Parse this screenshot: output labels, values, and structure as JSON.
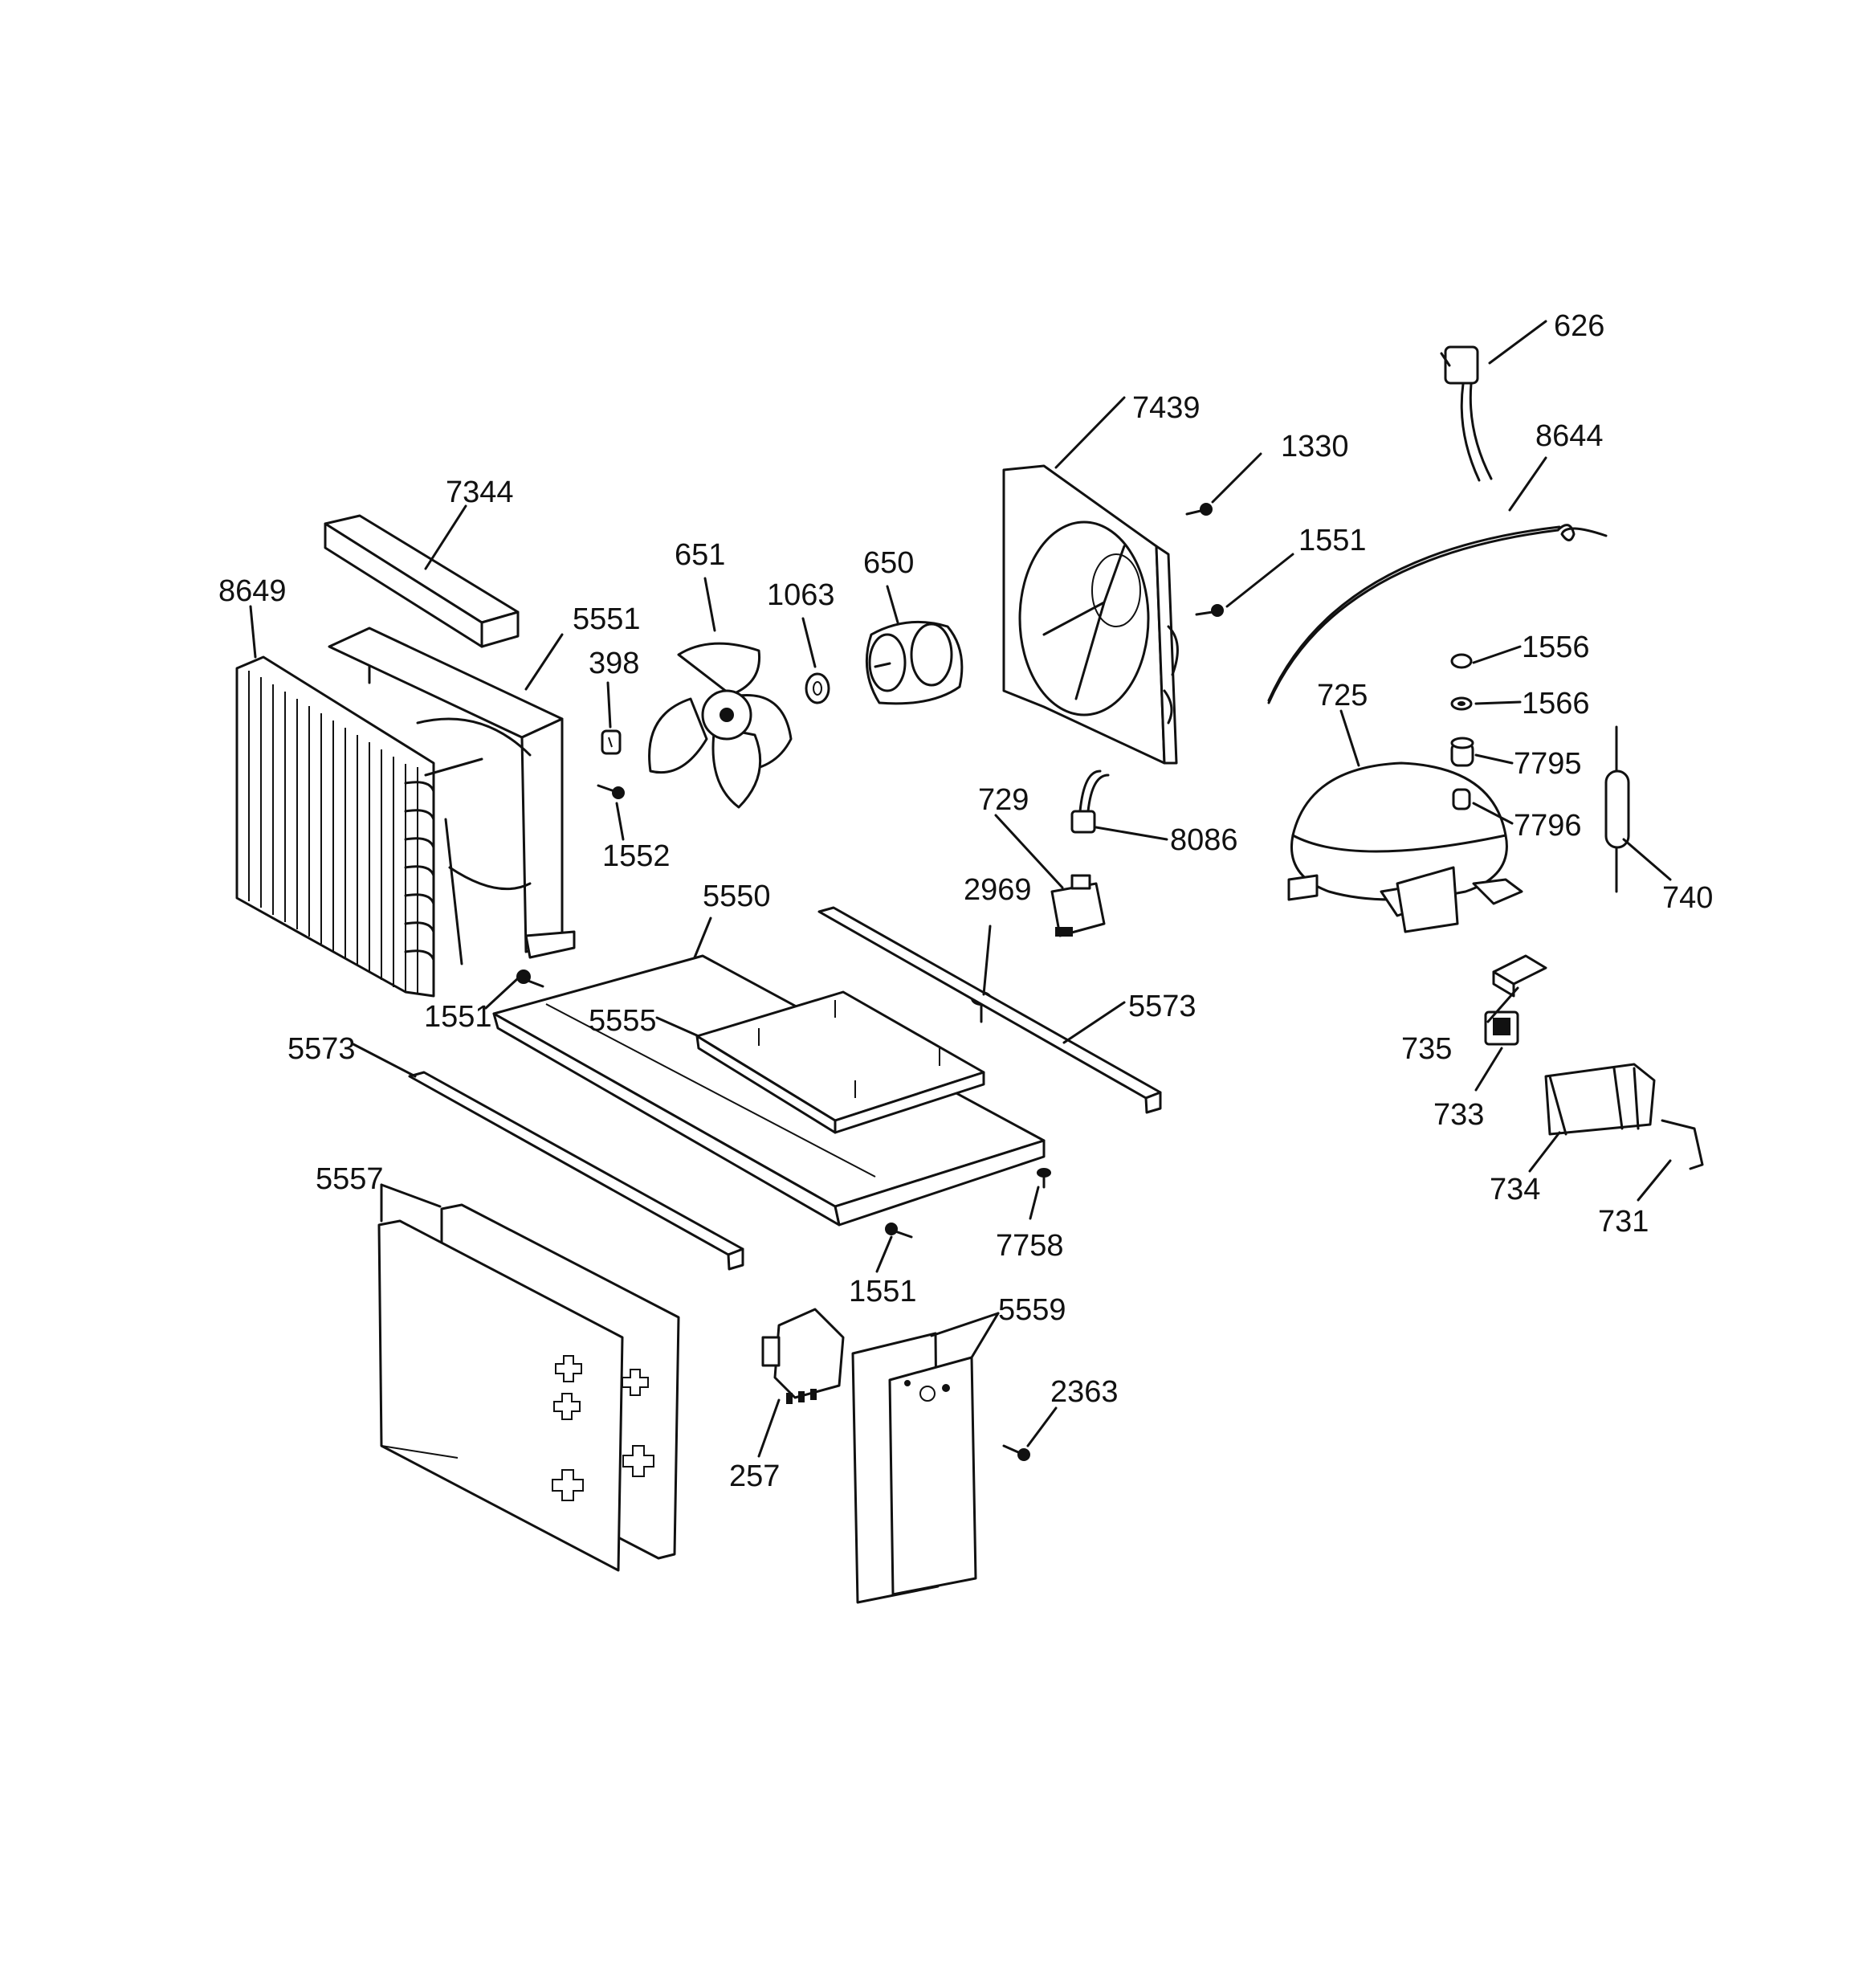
{
  "diagram": {
    "labels": {
      "l626": "626",
      "l7439": "7439",
      "l1330": "1330",
      "l8644": "8644",
      "l7344": "7344",
      "l1551a": "1551",
      "l651": "651",
      "l650": "650",
      "l1063": "1063",
      "l8649": "8649",
      "l5551": "5551",
      "l398": "398",
      "l1556": "1556",
      "l725": "725",
      "l1566": "1566",
      "l7795": "7795",
      "l7796": "7796",
      "l729": "729",
      "l8086": "8086",
      "l1552": "1552",
      "l740": "740",
      "l5550": "5550",
      "l2969": "2969",
      "l5573a": "5573",
      "l5555": "5555",
      "l1551b": "1551",
      "l735": "735",
      "l5573b": "5573",
      "l733": "733",
      "l734": "734",
      "l5557": "5557",
      "l731": "731",
      "l7758": "7758",
      "l1551c": "1551",
      "l5559": "5559",
      "l2363": "2363",
      "l257": "257"
    }
  }
}
